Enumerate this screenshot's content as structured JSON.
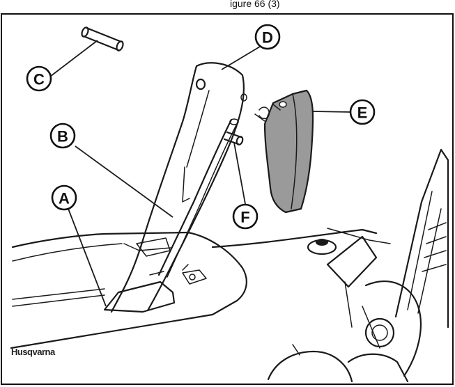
{
  "figure": {
    "title_fragment": "igure 66 (3)",
    "brand_logo": "Husqvarna",
    "colors": {
      "line": "#1a1a1a",
      "cover_fill": "#9a9a9a",
      "background": "#ffffff"
    },
    "callouts": [
      "A",
      "B",
      "C",
      "D",
      "E",
      "F"
    ]
  }
}
